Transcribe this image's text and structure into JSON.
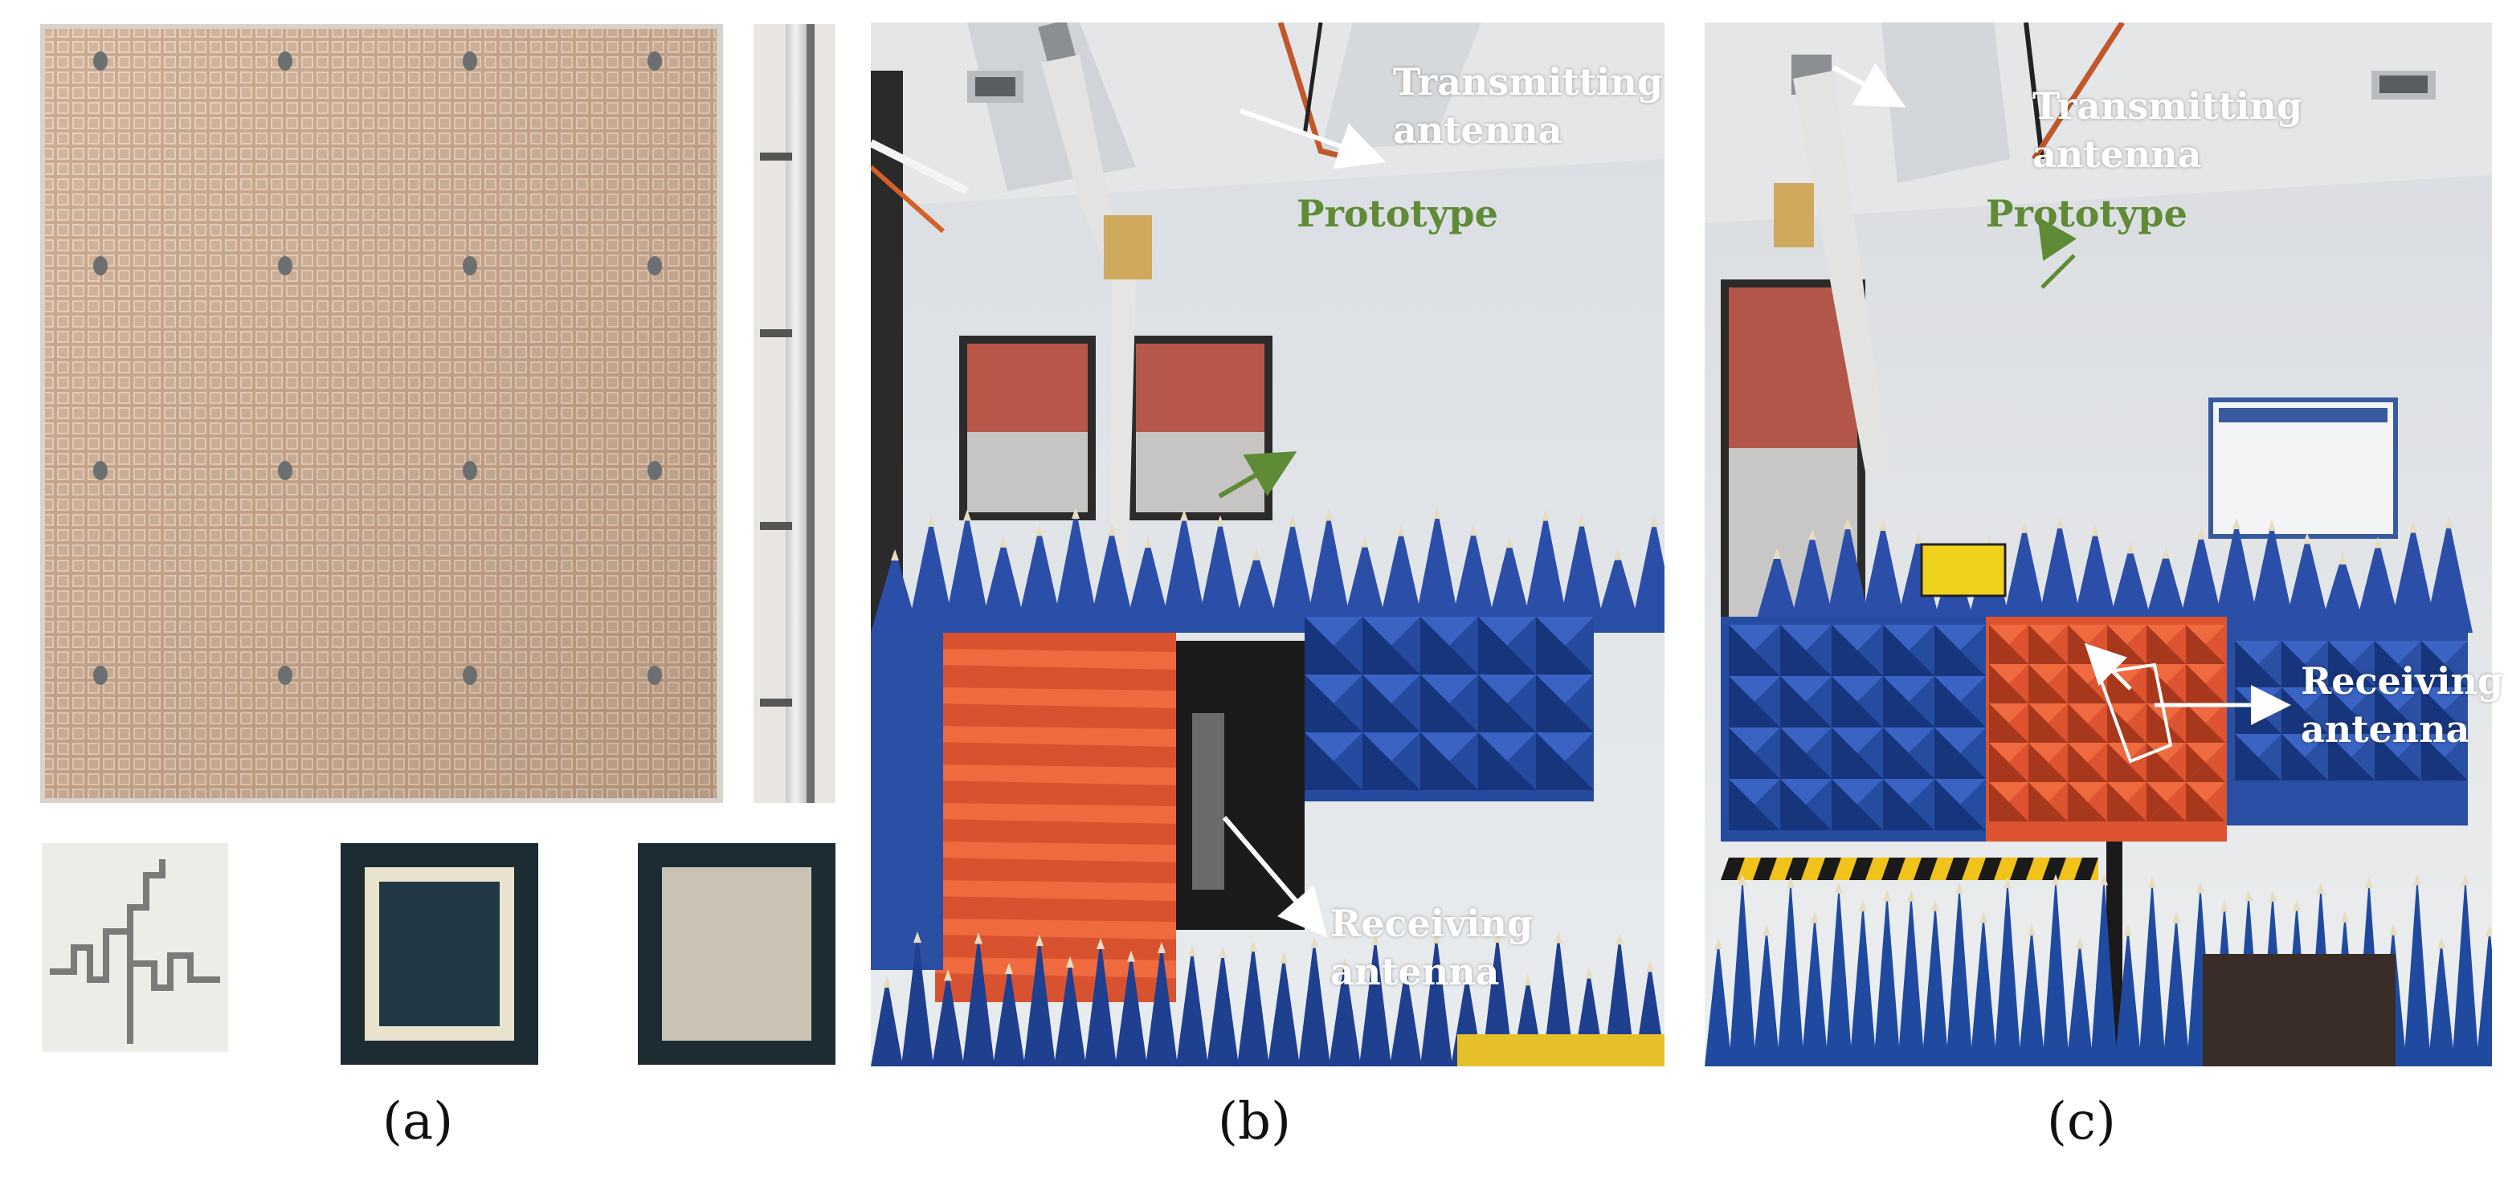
{
  "figure": {
    "panels": [
      {
        "label": "(a)"
      },
      {
        "label": "(b)"
      },
      {
        "label": "(c)"
      }
    ],
    "annotations_b": {
      "transmitting": [
        "Transmitting",
        "antenna"
      ],
      "prototype": "Prototype",
      "receiving": [
        "Receiving",
        "antenna"
      ]
    },
    "annotations_c": {
      "transmitting": [
        "Transmitting",
        "antenna"
      ],
      "prototype": "Prototype",
      "receiving": [
        "Receiving",
        "antenna"
      ]
    },
    "colors": {
      "absorber_blue": "#2b4fa8",
      "absorber_orange": "#e0552f",
      "prototype_green": "#5f8a36",
      "board_copper": "#c8a283"
    }
  }
}
